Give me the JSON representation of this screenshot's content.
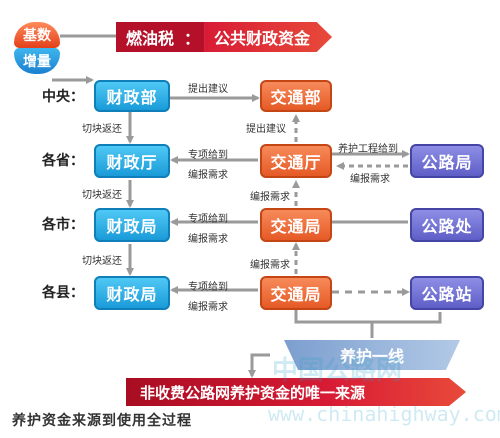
{
  "colors": {
    "finance": "#1a9bd9",
    "transport": "#e55a26",
    "highway": "#5e5ec7",
    "banner": "#c8102e",
    "maintenance": "#8fb0d8"
  },
  "icon": {
    "top": "基数",
    "bottom": "增量"
  },
  "header": {
    "left": "燃油税",
    "right": "公共财政资金"
  },
  "levels": {
    "central": "中央：",
    "province": "各省：",
    "city": "各市：",
    "county": "各县："
  },
  "finance": {
    "central": "财政部",
    "province": "财政厅",
    "city": "财政局",
    "county": "财政局"
  },
  "transport": {
    "central": "交通部",
    "province": "交通厅",
    "city": "交通局",
    "county": "交通局"
  },
  "highway": {
    "province": "公路局",
    "city": "公路处",
    "county": "公路站"
  },
  "labels": {
    "suggest1": "提出建议",
    "suggest2": "提出建议",
    "return1": "切块返还",
    "return2": "切块返还",
    "return3": "切块返还",
    "grant_p": "专项给到",
    "demand_p": "编报需求",
    "grant_c": "专项给到",
    "demand_c": "编报需求",
    "grant_x": "专项给到",
    "demand_x": "编报需求",
    "up_demand1": "编报需求",
    "up_demand2": "编报需求",
    "maint_grant": "养护工程给到",
    "maint_demand": "编报需求"
  },
  "maintenance": "养护一线",
  "bottom_banner": "非收费公路网养护资金的唯一来源",
  "caption": "养护资金来源到使用全过程",
  "watermark": {
    "cn": "中国公路网",
    "url": "www.chinahighway.com"
  }
}
